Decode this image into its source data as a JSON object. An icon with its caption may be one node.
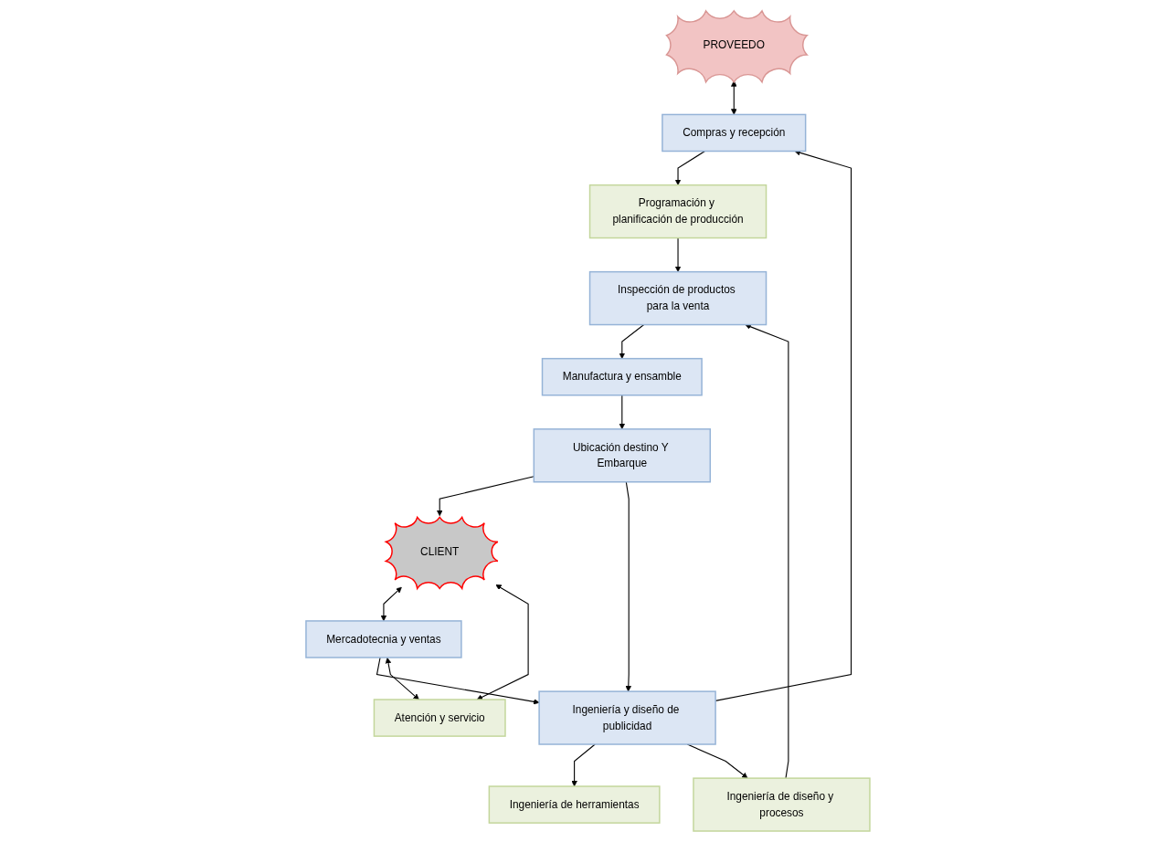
{
  "diagram": {
    "nodes": [
      {
        "text": [
          "PROVEEDO"
        ]
      },
      {
        "text": [
          "CLIENT"
        ]
      },
      {
        "text": [
          "Mercadotecnia y ventas"
        ]
      },
      {
        "text": [
          "Ingeniería y diseño de publicidad"
        ]
      },
      {
        "text": [
          "Compras y recepción"
        ]
      },
      {
        "text": [
          "Atención y servicio"
        ]
      },
      {
        "text": [
          "Ingeniería de herramientas"
        ]
      },
      {
        "text": [
          "Ingeniería de diseño y procesos"
        ]
      },
      {
        "text": [
          "Programación y planificación de producción"
        ]
      },
      {
        "text": [
          "Inspección de productos para la venta"
        ]
      },
      {
        "text": [
          "Ubicación destino Y Embarque"
        ]
      },
      {
        "text": [
          "Manufactura y ensamble"
        ]
      }
    ],
    "edges": [
      {
        "from": 1,
        "to": 2,
        "arrow": "both"
      },
      {
        "from": 2,
        "to": 3,
        "arrow": "to"
      },
      {
        "from": 3,
        "to": 4,
        "arrow": "to"
      },
      {
        "from": 0,
        "to": 4,
        "arrow": "both"
      },
      {
        "from": 1,
        "to": 5,
        "arrow": "both"
      },
      {
        "from": 2,
        "to": 5,
        "arrow": "both"
      },
      {
        "from": 3,
        "to": 6,
        "arrow": "to"
      },
      {
        "from": 3,
        "to": 7,
        "arrow": "to"
      },
      {
        "from": 4,
        "to": 8,
        "arrow": "to"
      },
      {
        "from": 7,
        "to": 9,
        "arrow": "to"
      },
      {
        "from": 8,
        "to": 9,
        "arrow": "to"
      },
      {
        "from": 9,
        "to": 11,
        "arrow": "to"
      },
      {
        "from": 11,
        "to": 10,
        "arrow": "to"
      },
      {
        "from": 10,
        "to": 1,
        "arrow": "to"
      },
      {
        "from": 10,
        "to": 3,
        "arrow": "to"
      }
    ]
  }
}
